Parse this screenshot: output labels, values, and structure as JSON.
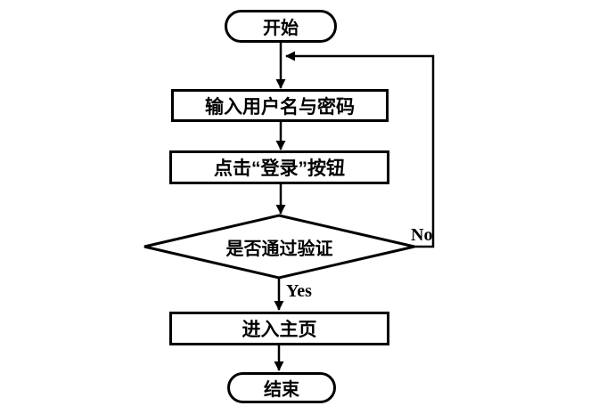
{
  "diagram": {
    "type": "flowchart",
    "colors": {
      "stroke": "#000000",
      "fill": "#ffffff",
      "text": "#000000",
      "background": "#ffffff"
    },
    "nodes": {
      "start": {
        "label": "开始",
        "shape": "stadium"
      },
      "input": {
        "label": "输入用户名与密码",
        "shape": "process"
      },
      "click": {
        "label": "点击“登录”按钮",
        "shape": "process"
      },
      "decision": {
        "label": "是否通过验证",
        "shape": "decision-diamond"
      },
      "home": {
        "label": "进入主页",
        "shape": "process"
      },
      "end": {
        "label": "结束",
        "shape": "stadium"
      }
    },
    "edges": [
      {
        "from": "start",
        "to": "input",
        "label": ""
      },
      {
        "from": "input",
        "to": "click",
        "label": ""
      },
      {
        "from": "click",
        "to": "decision",
        "label": ""
      },
      {
        "from": "decision",
        "to": "home",
        "label": "Yes"
      },
      {
        "from": "decision",
        "to": "input",
        "label": "No"
      },
      {
        "from": "home",
        "to": "end",
        "label": ""
      }
    ]
  }
}
